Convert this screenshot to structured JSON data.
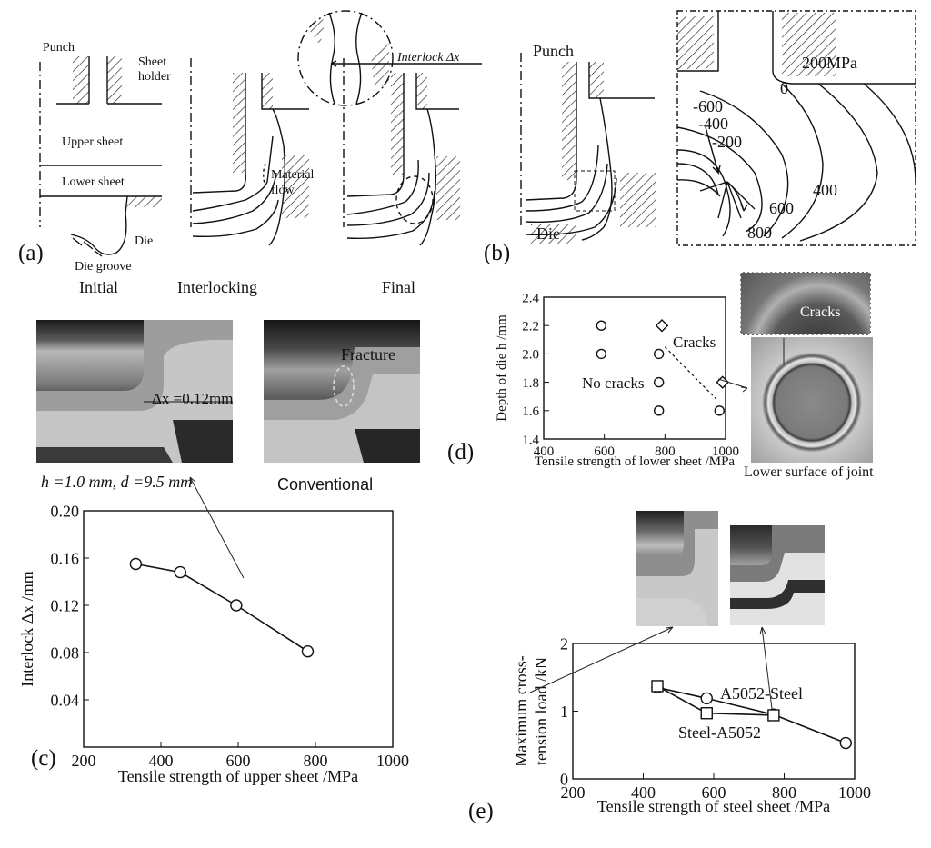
{
  "panel_a": {
    "letter": "(a)",
    "labels": {
      "punch": "Punch",
      "sheet_holder_line1": "Sheet",
      "sheet_holder_line2": "holder",
      "upper_sheet": "Upper sheet",
      "lower_sheet": "Lower sheet",
      "die": "Die",
      "die_groove": "Die groove",
      "material_flow_line1": "Material",
      "material_flow_line2": "flow",
      "interlock": "Interlock Δx"
    },
    "stages": [
      "Initial",
      "Interlocking",
      "Final"
    ]
  },
  "panel_b": {
    "letter": "(b)",
    "punch": "Punch",
    "die": "Die",
    "contours": [
      "200MPa",
      "0",
      "-600",
      "-400",
      "-200",
      "400",
      "600",
      "800"
    ]
  },
  "panel_c": {
    "letter": "(c)",
    "photo_annotation": "Δx =0.12mm",
    "fracture_label": "Fracture",
    "caption_left": "h =1.0 mm, d =9.5 mm",
    "caption_right": "Conventional"
  },
  "panel_d": {
    "letter": "(d)",
    "cracks_label": "Cracks",
    "no_cracks_label": "No cracks",
    "photo_cracks_label": "Cracks",
    "photo_caption": "Lower surface of joint"
  },
  "panel_e": {
    "letter": "(e)"
  },
  "chart_data": [
    {
      "id": "c",
      "type": "line",
      "xlabel": "Tensile strength of upper sheet /MPa",
      "ylabel": "Interlock Δx /mm",
      "xlim": [
        200,
        1000
      ],
      "ylim": [
        0,
        0.2
      ],
      "x_ticks": [
        "200",
        "400",
        "600",
        "800",
        "1000"
      ],
      "y_ticks": [
        "0.04",
        "0.08",
        "0.12",
        "0.16",
        "0.20"
      ],
      "grid": false,
      "series": [
        {
          "marker": "circle",
          "x": [
            335,
            450,
            595,
            780
          ],
          "y": [
            0.155,
            0.148,
            0.12,
            0.081
          ]
        }
      ]
    },
    {
      "id": "d",
      "type": "scatter",
      "xlabel": "Tensile strength of lower sheet /MPa",
      "ylabel": "Depth of die h /mm",
      "xlim": [
        400,
        1000
      ],
      "ylim": [
        1.4,
        2.4
      ],
      "x_ticks": [
        "400",
        "600",
        "800",
        "1000"
      ],
      "y_ticks": [
        "1.4",
        "1.6",
        "1.8",
        "2.0",
        "2.2",
        "2.4"
      ],
      "grid": false,
      "series": [
        {
          "marker": "circle",
          "x": [
            590,
            590,
            780,
            780,
            780,
            980
          ],
          "y": [
            2.2,
            2.0,
            2.0,
            1.8,
            1.6,
            1.6
          ]
        },
        {
          "marker": "diamond",
          "x": [
            790,
            990
          ],
          "y": [
            2.2,
            1.8
          ]
        }
      ],
      "boundary_line": {
        "x": [
          800,
          970
        ],
        "y": [
          2.05,
          1.68
        ]
      }
    },
    {
      "id": "e",
      "type": "line",
      "xlabel": "Tensile strength of steel sheet /MPa",
      "ylabel_line1": "Maximum cross-",
      "ylabel_line2": "tension load /kN",
      "xlim": [
        200,
        1000
      ],
      "ylim": [
        0,
        2
      ],
      "x_ticks": [
        "200",
        "400",
        "600",
        "800",
        "1000"
      ],
      "y_ticks": [
        "0",
        "1",
        "2"
      ],
      "grid": false,
      "series": [
        {
          "name": "A5052-Steel",
          "marker": "circle",
          "x": [
            440,
            580,
            770,
            975
          ],
          "y": [
            1.35,
            1.19,
            0.95,
            0.53
          ]
        },
        {
          "name": "Steel-A5052",
          "marker": "square",
          "x": [
            440,
            580,
            770
          ],
          "y": [
            1.37,
            0.97,
            0.94
          ]
        }
      ]
    }
  ]
}
